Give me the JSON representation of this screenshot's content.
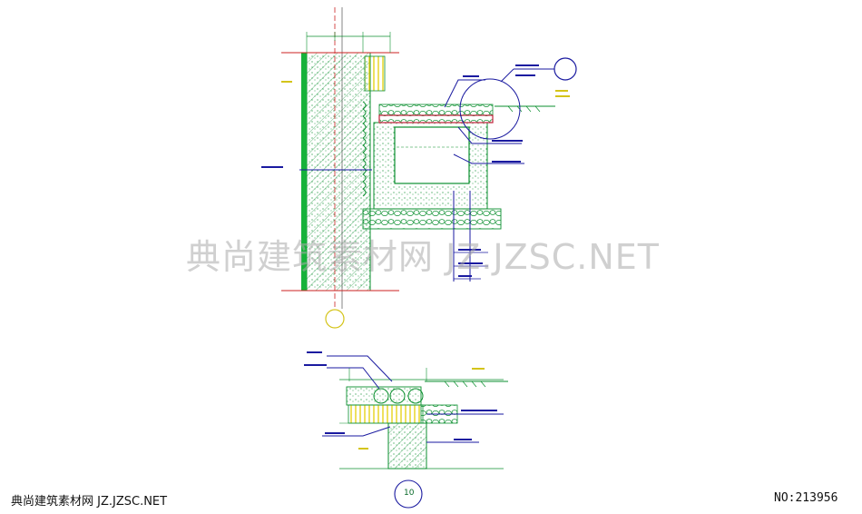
{
  "watermark": "典尚建筑素材网 JZ.JZSC.NET",
  "footer": {
    "site_label": "典尚建筑素材网 JZ.JZSC.NET",
    "number_label": "NO:213956"
  },
  "detail_tags": {
    "lower_detail": "10"
  },
  "colors": {
    "background": "#ffffff",
    "outline": "#0b8f2f",
    "leader": "#1a1aa0",
    "accent_yellow": "#e6d21a",
    "accent_red": "#c0203a",
    "axis_red": "#cc2222"
  }
}
